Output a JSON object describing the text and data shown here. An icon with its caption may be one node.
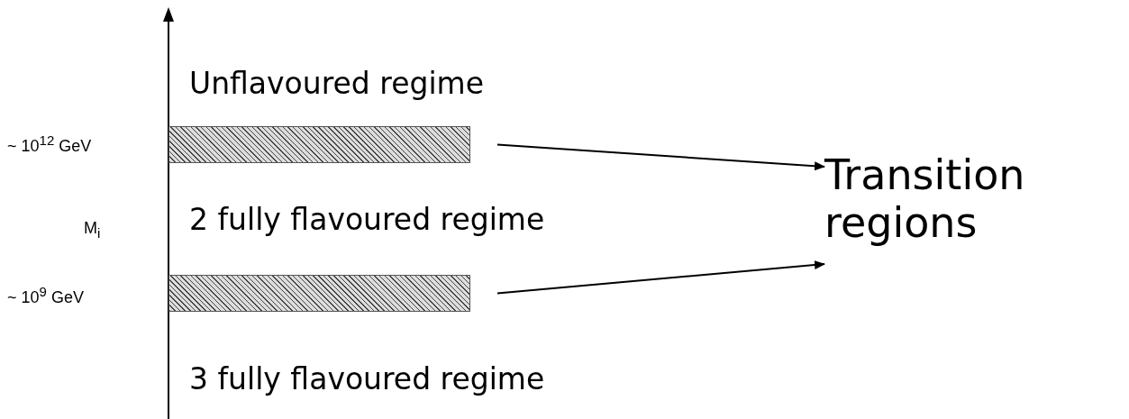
{
  "diagram": {
    "nodes": [
      {
        "text": [],
        "shape": "bar"
      },
      {
        "text": [],
        "shape": "bar"
      },
      {
        "text": [
          "Transition regions"
        ]
      }
    ],
    "edges": [
      {
        "from": 0,
        "to": 2,
        "arrow": "to"
      },
      {
        "from": 1,
        "to": 2,
        "arrow": "to"
      }
    ],
    "labels": [
      "Unflavoured  regime",
      "~ 10$^{12}$ GeV",
      "M$_{i}$",
      "2 fully flavoured regime",
      "~ 10$^{9}$ GeV",
      "3 fully flavoured regime"
    ]
  }
}
